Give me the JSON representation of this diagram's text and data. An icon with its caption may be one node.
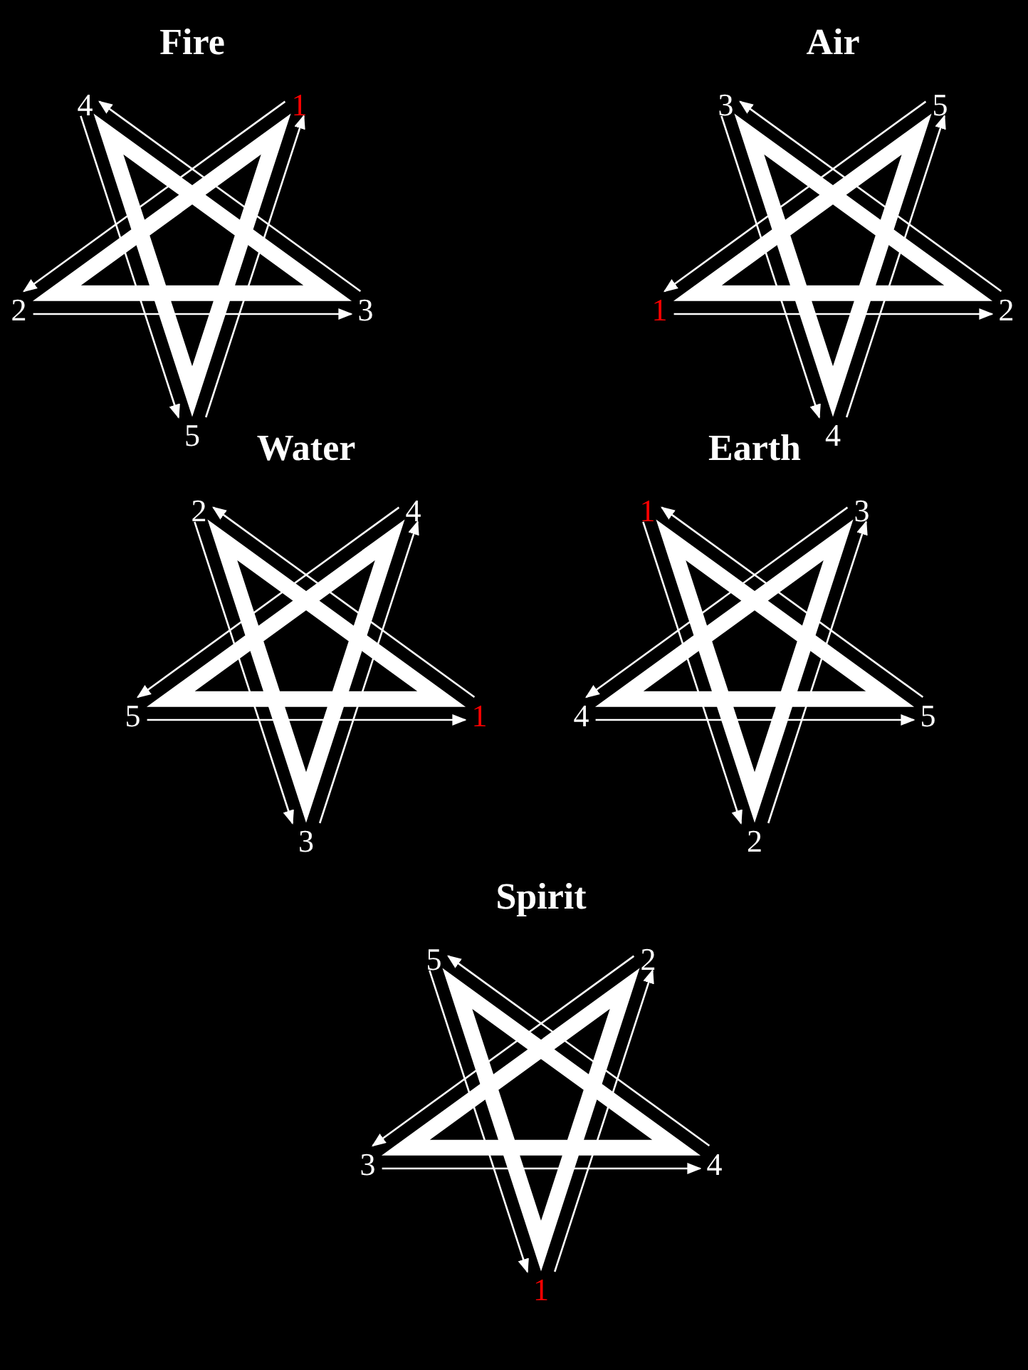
{
  "diagram": {
    "nodes": [
      {
        "text": [
          "Fire"
        ]
      },
      {
        "text": [
          "4"
        ]
      },
      {
        "text": [
          "1"
        ]
      },
      {
        "text": [
          "2"
        ]
      },
      {
        "text": [
          "3"
        ]
      },
      {
        "text": [
          "5"
        ]
      },
      {
        "text": [
          "Air"
        ]
      },
      {
        "text": [
          "3"
        ]
      },
      {
        "text": [
          "5"
        ]
      },
      {
        "text": [
          "1"
        ]
      },
      {
        "text": [
          "2"
        ]
      },
      {
        "text": [
          "4"
        ]
      },
      {
        "text": [
          "Water"
        ]
      },
      {
        "text": [
          "2"
        ]
      },
      {
        "text": [
          "4"
        ]
      },
      {
        "text": [
          "5"
        ]
      },
      {
        "text": [
          "1"
        ]
      },
      {
        "text": [
          "3"
        ]
      },
      {
        "text": [
          "Earth"
        ]
      },
      {
        "text": [
          "1"
        ]
      },
      {
        "text": [
          "3"
        ]
      },
      {
        "text": [
          "4"
        ]
      },
      {
        "text": [
          "5"
        ]
      },
      {
        "text": [
          "2"
        ]
      },
      {
        "text": [
          "Spirit"
        ]
      },
      {
        "text": [
          "5"
        ]
      },
      {
        "text": [
          "2"
        ]
      },
      {
        "text": [
          "3"
        ]
      },
      {
        "text": [
          "4"
        ]
      },
      {
        "text": [
          "1"
        ]
      }
    ],
    "edges": [
      {
        "from": 2,
        "to": 3,
        "arrow": "to"
      },
      {
        "from": 3,
        "to": 4,
        "arrow": "to"
      },
      {
        "from": 4,
        "to": 1,
        "arrow": "to"
      },
      {
        "from": 1,
        "to": 5,
        "arrow": "to"
      },
      {
        "from": 5,
        "to": 2,
        "arrow": "to"
      },
      {
        "from": 9,
        "to": 10,
        "arrow": "to"
      },
      {
        "from": 10,
        "to": 7,
        "arrow": "to"
      },
      {
        "from": 7,
        "to": 11,
        "arrow": "to"
      },
      {
        "from": 11,
        "to": 8,
        "arrow": "to"
      },
      {
        "from": 8,
        "to": 9,
        "arrow": "to"
      },
      {
        "from": 16,
        "to": 13,
        "arrow": "to"
      },
      {
        "from": 13,
        "to": 17,
        "arrow": "to"
      },
      {
        "from": 17,
        "to": 14,
        "arrow": "to"
      },
      {
        "from": 14,
        "to": 15,
        "arrow": "to"
      },
      {
        "from": 15,
        "to": 16,
        "arrow": "to"
      },
      {
        "from": 19,
        "to": 23,
        "arrow": "to"
      },
      {
        "from": 23,
        "to": 20,
        "arrow": "to"
      },
      {
        "from": 20,
        "to": 21,
        "arrow": "to"
      },
      {
        "from": 21,
        "to": 22,
        "arrow": "to"
      },
      {
        "from": 22,
        "to": 19,
        "arrow": "to"
      },
      {
        "from": 29,
        "to": 26,
        "arrow": "to"
      },
      {
        "from": 26,
        "to": 27,
        "arrow": "to"
      },
      {
        "from": 27,
        "to": 28,
        "arrow": "to"
      },
      {
        "from": 28,
        "to": 25,
        "arrow": "to"
      },
      {
        "from": 25,
        "to": 29,
        "arrow": "to"
      }
    ]
  }
}
